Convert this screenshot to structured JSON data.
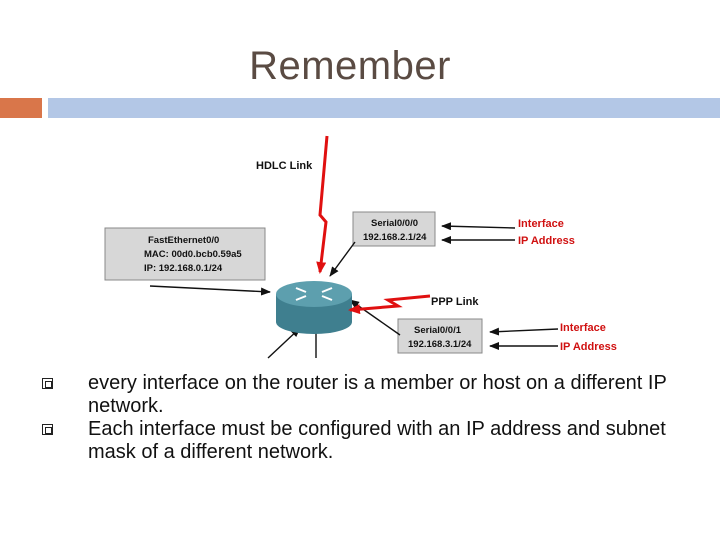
{
  "slide": {
    "title": "Remember",
    "colors": {
      "accent_orange": "#d9764a",
      "accent_blue": "#b3c7e6",
      "link_red": "#e01010",
      "label_red": "#d01010"
    }
  },
  "diagram": {
    "hdlc_label": "HDLC Link",
    "ppp_label": "PPP Link",
    "fast_ethernet_box": {
      "line1": "FastEthernet0/0",
      "line2": "MAC: 00d0.bcb0.59a5",
      "line3": "IP: 192.168.0.1/24"
    },
    "serial0_box": {
      "line1": "Serial0/0/0",
      "line2": "192.168.2.1/24"
    },
    "serial1_box": {
      "line1": "Serial0/0/1",
      "line2": "192.168.3.1/24"
    },
    "annotation_top": {
      "interface": "Interface",
      "ip": "IP Address"
    },
    "annotation_bottom": {
      "interface": "Interface",
      "ip": "IP Address"
    },
    "router_icon": "router-icon"
  },
  "bullets": [
    "every interface on the router is a member or host on a different IP network.",
    "Each interface must be configured with an IP address and subnet mask of a different network."
  ]
}
